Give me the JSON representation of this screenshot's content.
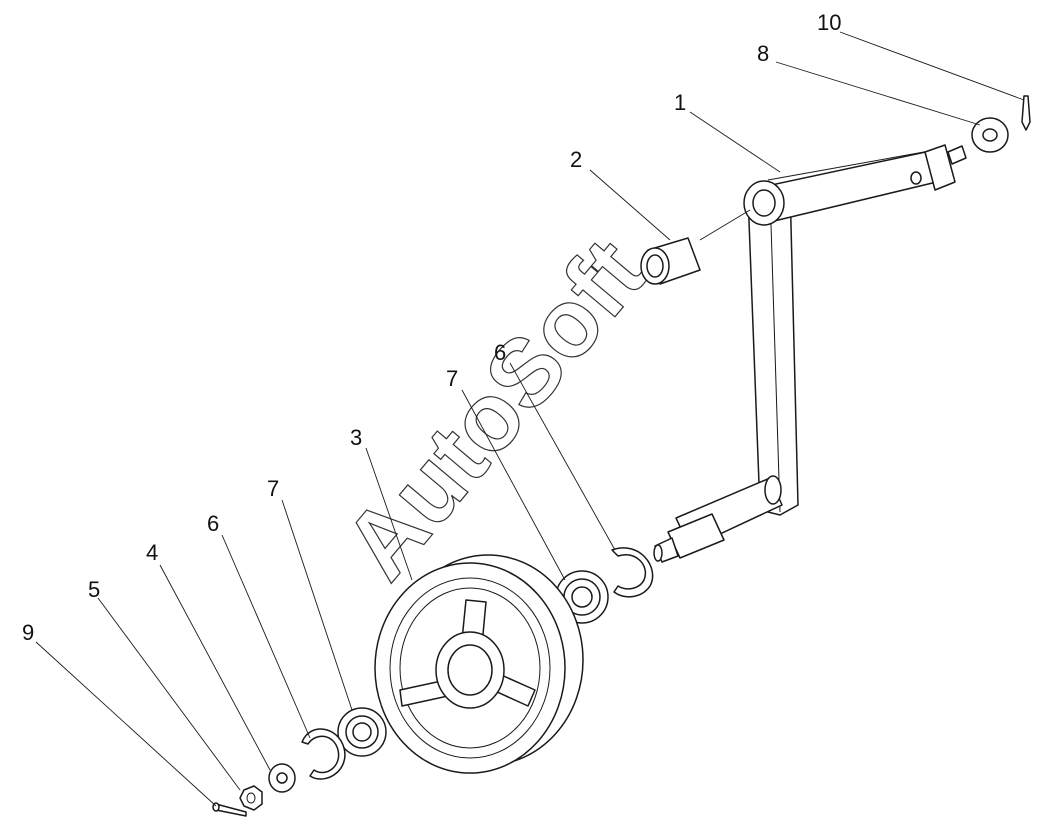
{
  "watermark": "AutoSoft",
  "callouts": {
    "c1": "1",
    "c2": "2",
    "c3": "3",
    "c4": "4",
    "c5": "5",
    "c6a": "6",
    "c6b": "6",
    "c7a": "7",
    "c7b": "7",
    "c8": "8",
    "c9": "9",
    "c10": "10"
  }
}
